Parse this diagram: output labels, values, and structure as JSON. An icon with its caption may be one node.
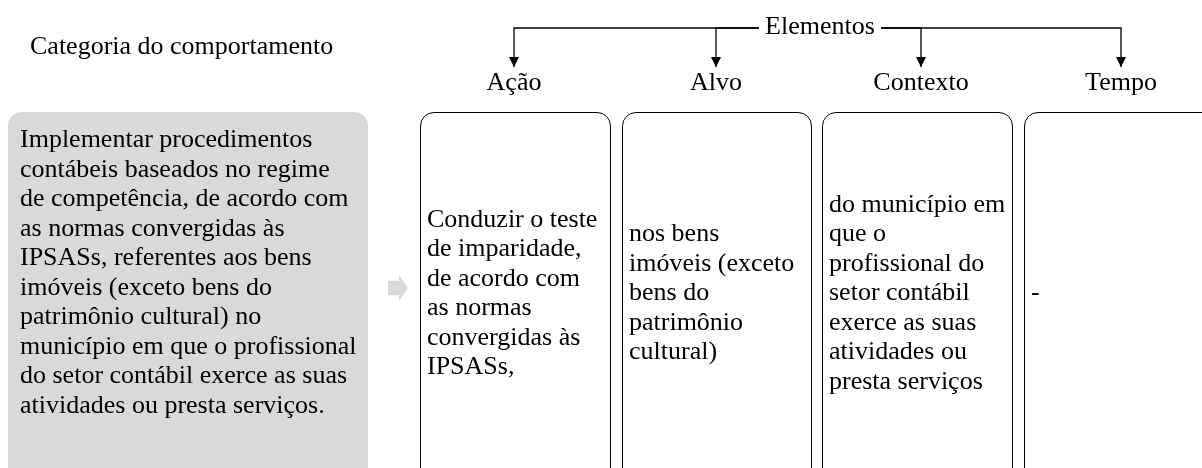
{
  "diagram": {
    "nodes": [
      {
        "text": [
          "Elementos"
        ]
      },
      {
        "text": [
          "Ação"
        ]
      },
      {
        "text": [
          "Alvo"
        ]
      },
      {
        "text": [
          "Contexto"
        ]
      },
      {
        "text": [
          "Tempo"
        ]
      },
      {
        "text": [
          "Implementar procedimentos contábeis baseados no regime de competência, de acordo com as normas convergidas às IPSASs, referentes aos bens imóveis (exceto bens do patrimônio cultural) no município em que o profissional do setor contábil exerce as suas atividades ou presta serviços."
        ]
      },
      {
        "text": [
          "Conduzir o teste de imparidade, de acordo com as normas convergidas às IPSASs,"
        ]
      },
      {
        "text": [
          "nos bens imóveis (exceto bens do patrimônio cultural)"
        ]
      },
      {
        "text": [
          "do município em que o profissional do setor contábil exerce as suas atividades ou presta serviços"
        ]
      },
      {
        "text": [
          "-"
        ]
      }
    ],
    "edges": [
      {
        "from": 0,
        "to": 1,
        "arrow": "to"
      },
      {
        "from": 0,
        "to": 2,
        "arrow": "to"
      },
      {
        "from": 0,
        "to": 3,
        "arrow": "to"
      },
      {
        "from": 0,
        "to": 4,
        "arrow": "to"
      },
      {
        "from": 5,
        "to": 6,
        "arrow": "to",
        "style": "thick",
        "color": "#d9d9d9"
      }
    ],
    "labels": [
      "Categoria do comportamento"
    ]
  }
}
